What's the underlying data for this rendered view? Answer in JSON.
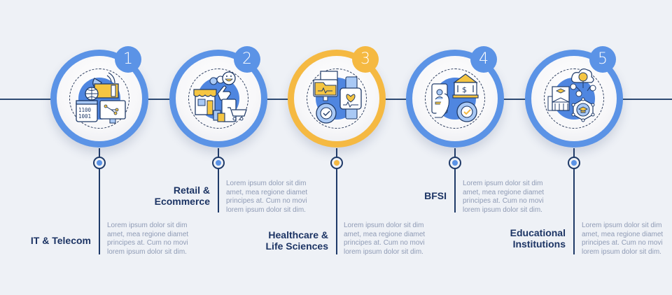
{
  "infographic": {
    "layout": "horizontal-timeline",
    "accent_blue": "#5b93e6",
    "accent_orange": "#f5b942",
    "title_color": "#1c3464",
    "desc_color": "#8f9bb5",
    "steps": [
      {
        "number": "1",
        "title_lines": [
          "IT & Telecom"
        ],
        "icon": "it-telecom-icon",
        "accent": "#5b93e6",
        "description_lines": [
          "Lorem ipsum dolor sit dim",
          "amet, mea regione diamet",
          "principes at. Cum no movi",
          "lorem ipsum dolor sit dim."
        ]
      },
      {
        "number": "2",
        "title_lines": [
          "Retail &",
          "Ecommerce"
        ],
        "icon": "retail-ecommerce-icon",
        "accent": "#5b93e6",
        "description_lines": [
          "Lorem ipsum dolor sit dim",
          "amet, mea regione diamet",
          "principes at. Cum no movi",
          "lorem ipsum dolor sit dim."
        ]
      },
      {
        "number": "3",
        "title_lines": [
          "Healthcare &",
          "Life Sciences"
        ],
        "icon": "healthcare-icon",
        "accent": "#f5b942",
        "description_lines": [
          "Lorem ipsum dolor sit dim",
          "amet, mea regione diamet",
          "principes at. Cum no movi",
          "lorem ipsum dolor sit dim."
        ]
      },
      {
        "number": "4",
        "title_lines": [
          "BFSI"
        ],
        "icon": "bfsi-bank-icon",
        "accent": "#5b93e6",
        "description_lines": [
          "Lorem ipsum dolor sit dim",
          "amet, mea regione diamet",
          "principes at. Cum no movi",
          "lorem ipsum dolor sit dim."
        ]
      },
      {
        "number": "5",
        "title_lines": [
          "Educational",
          "Institutions"
        ],
        "icon": "education-icon",
        "accent": "#5b93e6",
        "description_lines": [
          "Lorem ipsum dolor sit dim",
          "amet, mea regione diamet",
          "principes at. Cum no movi",
          "lorem ipsum dolor sit dim."
        ]
      }
    ]
  }
}
